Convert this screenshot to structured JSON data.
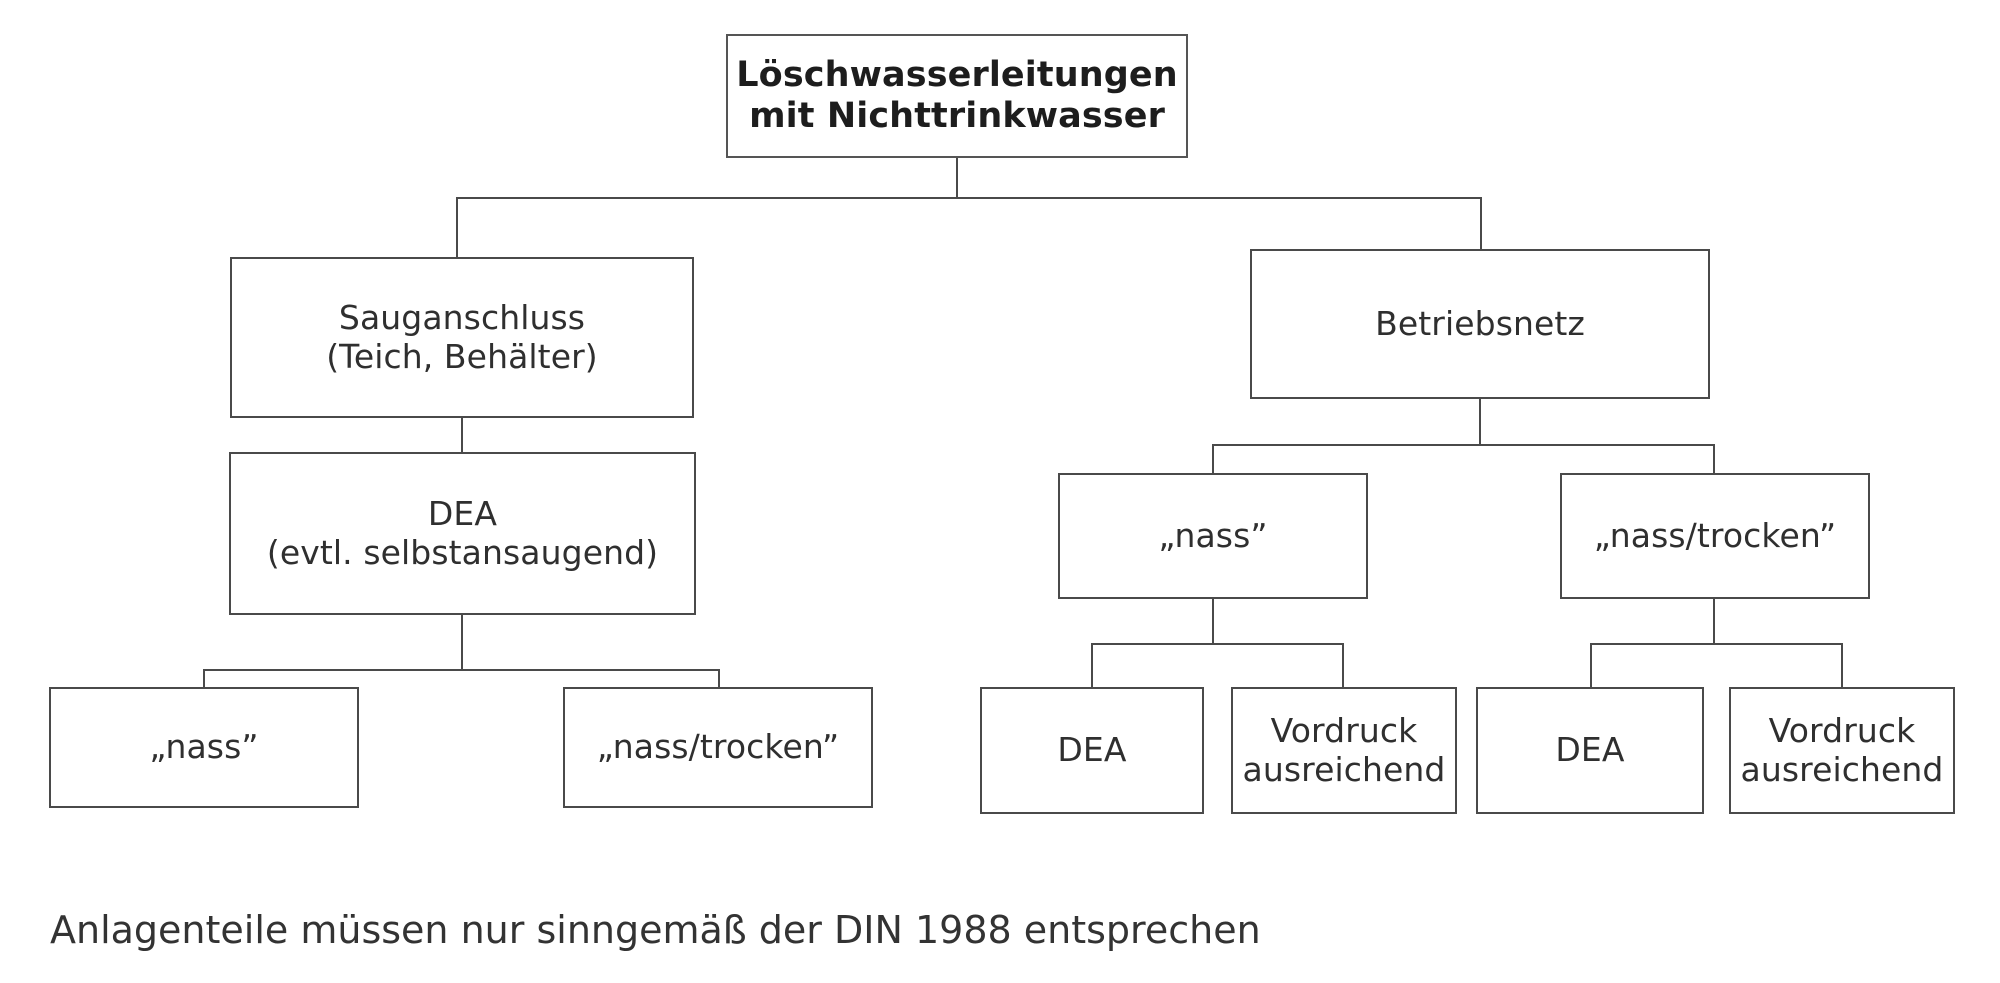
{
  "diagram": {
    "title_box": {
      "label": "Löschwasserleitungen\nmit Nichttrinkwasser"
    },
    "branches": {
      "left": {
        "level1": {
          "label": "Sauganschluss\n(Teich, Behälter)"
        },
        "level2": {
          "label": "DEA\n(evtl. selbstansaugend)"
        },
        "level3": [
          {
            "label": "„nass”"
          },
          {
            "label": "„nass/trocken”"
          }
        ]
      },
      "right": {
        "level1": {
          "label": "Betriebsnetz"
        },
        "level2": [
          {
            "label": "„nass”"
          },
          {
            "label": "„nass/trocken”"
          }
        ],
        "level3": [
          {
            "label": "DEA"
          },
          {
            "label": "Vordruck\nausreichend"
          },
          {
            "label": "DEA"
          },
          {
            "label": "Vordruck\nausreichend"
          }
        ]
      }
    },
    "footnote": "Anlagenteile müssen nur sinngemäß der DIN 1988 entsprechen",
    "colors": {
      "line": "#4a4a4a",
      "text": "#2f2f2f",
      "background": "#ffffff"
    }
  }
}
